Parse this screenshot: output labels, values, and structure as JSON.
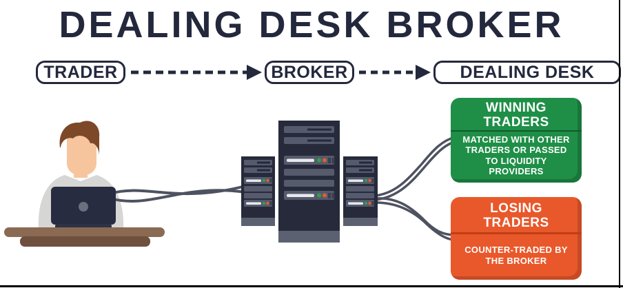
{
  "title": "DEALING DESK BROKER",
  "flow": {
    "nodes": [
      {
        "label": "TRADER"
      },
      {
        "label": "BROKER"
      },
      {
        "label": "DEALING DESK"
      }
    ],
    "arrow_style": "dashed"
  },
  "outcomes": {
    "winning": {
      "title": "WINNING TRADERS",
      "description": "MATCHED WITH OTHER TRADERS OR PASSED TO LIQUIDITY PROVIDERS",
      "color": "#1f8f47",
      "separator_color": "#0d5c2d"
    },
    "losing": {
      "title": "LOSING TRADERS",
      "description": "COUNTER-TRADED BY THE BROKER",
      "color": "#e9582b",
      "separator_color": "#c03e13"
    }
  },
  "illustration": {
    "elements": [
      "trader-at-laptop",
      "desk",
      "laptop",
      "server-racks",
      "network-cables"
    ],
    "colors": {
      "navy": "#23283d",
      "server_body": "#262a3b",
      "server_slat": "#555a6c",
      "server_base": "#5c6172",
      "server_highlight": "#e8e9ec",
      "led_green": "#2fa14b",
      "led_orange": "#e05f2a",
      "cable": "#4e5260",
      "desk_top": "#8a6a52",
      "desk_bottom": "#6f4f3e",
      "hair": "#7d4827",
      "skin": "#f6c59e",
      "shirt": "#d6d6d4",
      "laptop": "#282c41"
    }
  }
}
